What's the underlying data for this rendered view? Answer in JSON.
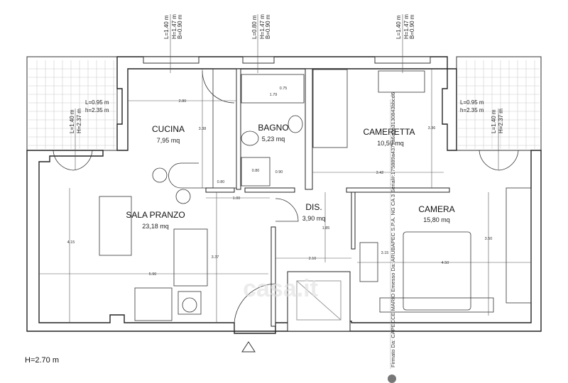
{
  "rooms": [
    {
      "name": "CUCINA",
      "area": "7,95 mq"
    },
    {
      "name": "BAGNO",
      "area": "5,23 mq"
    },
    {
      "name": "CAMERETTA",
      "area": "10,50 mq"
    },
    {
      "name": "SALA PRANZO",
      "area": "23,18 mq"
    },
    {
      "name": "DIS.",
      "area": "3,90 mq"
    },
    {
      "name": "CAMERA",
      "area": "15,80 mq"
    }
  ],
  "windows": [
    {
      "l": "L=1.40 m",
      "h": "H=1.47 m",
      "b": "B=0.90 m"
    },
    {
      "l": "L=0.80 m",
      "h": "H=1.47 m",
      "b": "B=0.90 m"
    },
    {
      "l": "L=1.40 m",
      "h": "H=1.47 m",
      "b": "B=0.90 m"
    }
  ],
  "balconies": [
    {
      "l": "L=0.95 m",
      "h": "h=2.35 m",
      "door_l": "L=1.40 m",
      "door_h": "H=2.37 m"
    },
    {
      "l": "L=0.95 m",
      "h": "h=2.35 m",
      "door_l": "L=1.40 m",
      "door_h": "H=2.37 m"
    }
  ],
  "dimensions": [
    "2.80",
    "3.38",
    "1.79",
    "0.75",
    "0.80",
    "0.90",
    "0.80",
    "1.00",
    "4.15",
    "5.90",
    "3.37",
    "1.85",
    "2.10",
    "3.15",
    "4.50",
    "3.50",
    "3.36",
    "3.42"
  ],
  "ceiling_height": "H=2.70 m",
  "signature": "Firmato Da: CAPECCE MARIO Emesso Da: ARUBAPEC S.P.A. NG CA 3 Serial#:175889a4379a6a0a3130843bbcd6",
  "watermark": "casa.it"
}
